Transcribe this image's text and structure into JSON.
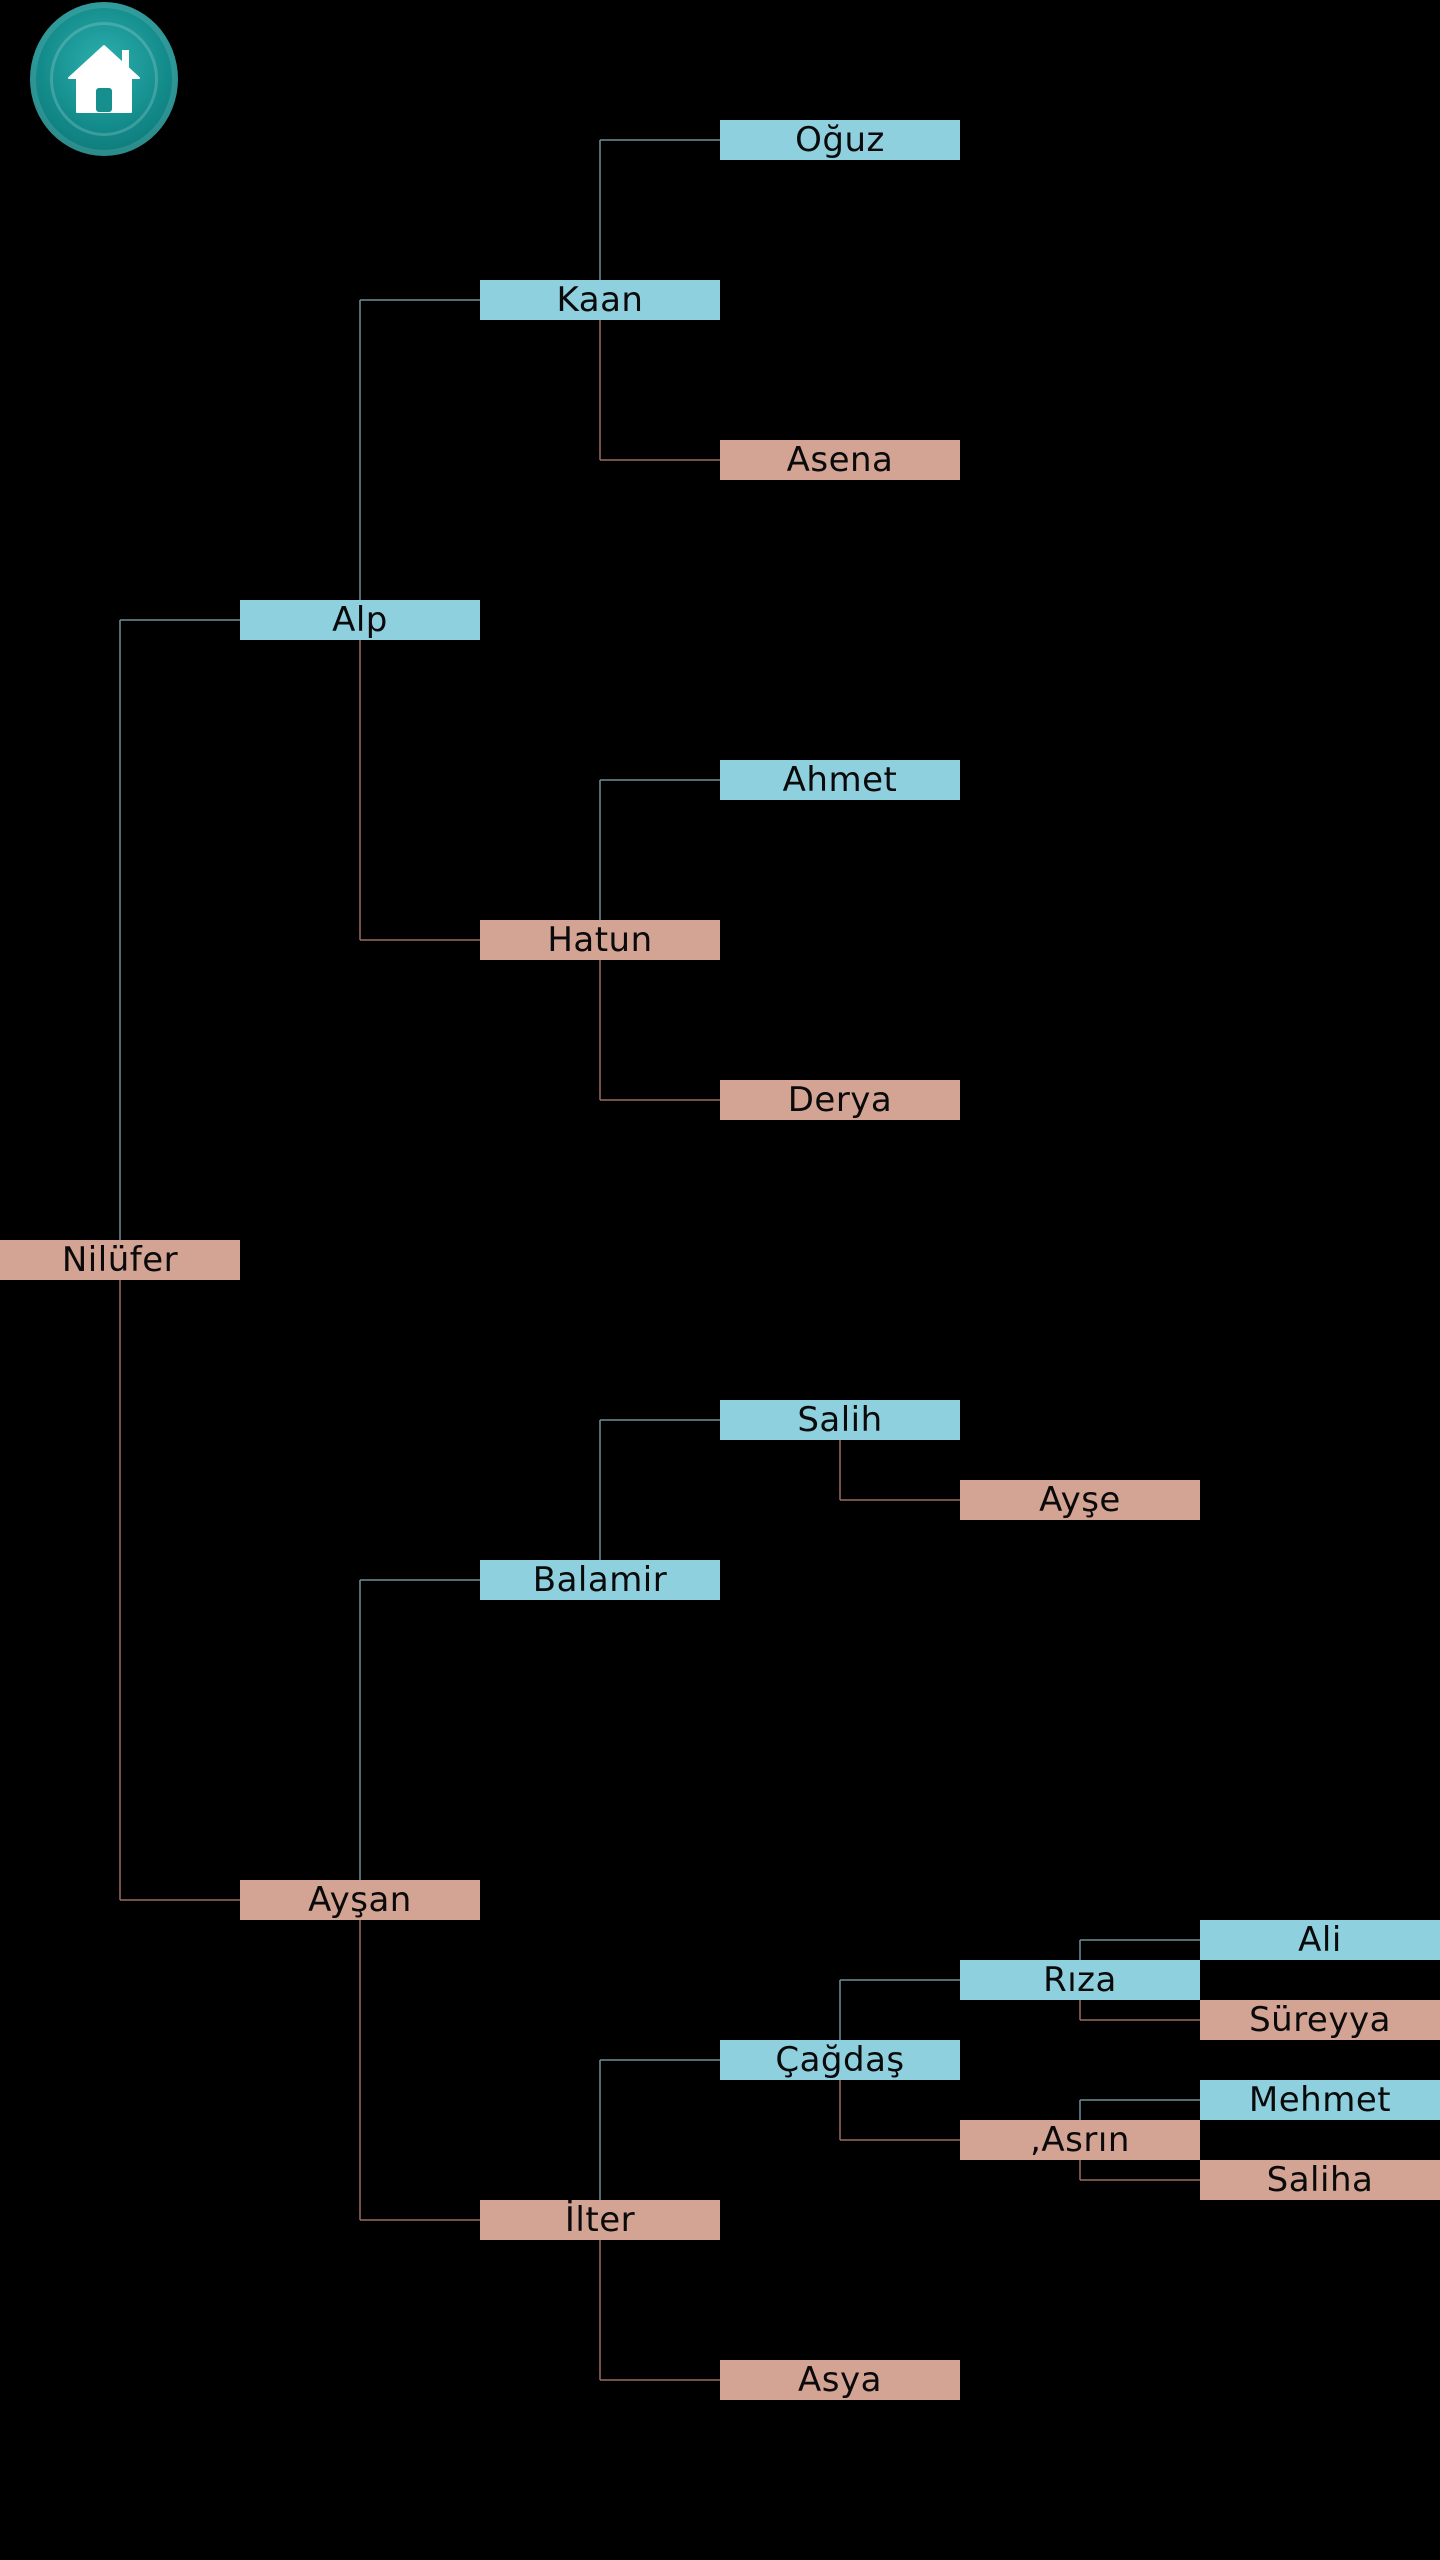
{
  "home": {
    "icon": "home-icon",
    "color": "#168f8e"
  },
  "colors": {
    "male": "#8fd0df",
    "female": "#d3a394",
    "male_line": "#6f8f9a",
    "female_line": "#9a6c5e"
  },
  "people": {
    "root": {
      "name": "Nilüfer",
      "gender": "female"
    },
    "alp": {
      "name": "Alp",
      "gender": "male"
    },
    "aysan": {
      "name": "Ayşan",
      "gender": "female"
    },
    "kaan": {
      "name": "Kaan",
      "gender": "male"
    },
    "hatun": {
      "name": "Hatun",
      "gender": "female"
    },
    "balamir": {
      "name": "Balamir",
      "gender": "male"
    },
    "ilter": {
      "name": "İlter",
      "gender": "female"
    },
    "oguz": {
      "name": "Oğuz",
      "gender": "male"
    },
    "asena": {
      "name": "Asena",
      "gender": "female"
    },
    "ahmet": {
      "name": "Ahmet",
      "gender": "male"
    },
    "derya": {
      "name": "Derya",
      "gender": "female"
    },
    "salih": {
      "name": "Salih",
      "gender": "male"
    },
    "ayse": {
      "name": "Ayşe",
      "gender": "female"
    },
    "cagdas": {
      "name": "Çağdaş",
      "gender": "male"
    },
    "asya": {
      "name": "Asya",
      "gender": "female"
    },
    "riza": {
      "name": "Rıza",
      "gender": "male"
    },
    "asrin": {
      "name": ",Asrın",
      "gender": "female"
    },
    "ali": {
      "name": "Ali",
      "gender": "male"
    },
    "sureyya": {
      "name": "Süreyya",
      "gender": "female"
    },
    "mehmet": {
      "name": "Mehmet",
      "gender": "male"
    },
    "saliha": {
      "name": "Saliha",
      "gender": "female"
    }
  },
  "tree": {
    "id": "root",
    "children": [
      {
        "id": "alp",
        "children": [
          {
            "id": "kaan",
            "children": [
              {
                "id": "oguz"
              },
              {
                "id": "asena"
              }
            ]
          },
          {
            "id": "hatun",
            "children": [
              {
                "id": "ahmet"
              },
              {
                "id": "derya"
              }
            ]
          }
        ]
      },
      {
        "id": "aysan",
        "children": [
          {
            "id": "balamir",
            "children": [
              {
                "id": "salih",
                "children": [
                  {
                    "id": "ayse"
                  }
                ]
              }
            ]
          },
          {
            "id": "ilter",
            "children": [
              {
                "id": "cagdas",
                "children": [
                  {
                    "id": "riza",
                    "children": [
                      {
                        "id": "ali"
                      },
                      {
                        "id": "sureyya"
                      }
                    ]
                  },
                  {
                    "id": "asrin",
                    "children": [
                      {
                        "id": "mehmet"
                      },
                      {
                        "id": "saliha"
                      }
                    ]
                  }
                ]
              },
              {
                "id": "asya"
              }
            ]
          }
        ]
      }
    ]
  }
}
